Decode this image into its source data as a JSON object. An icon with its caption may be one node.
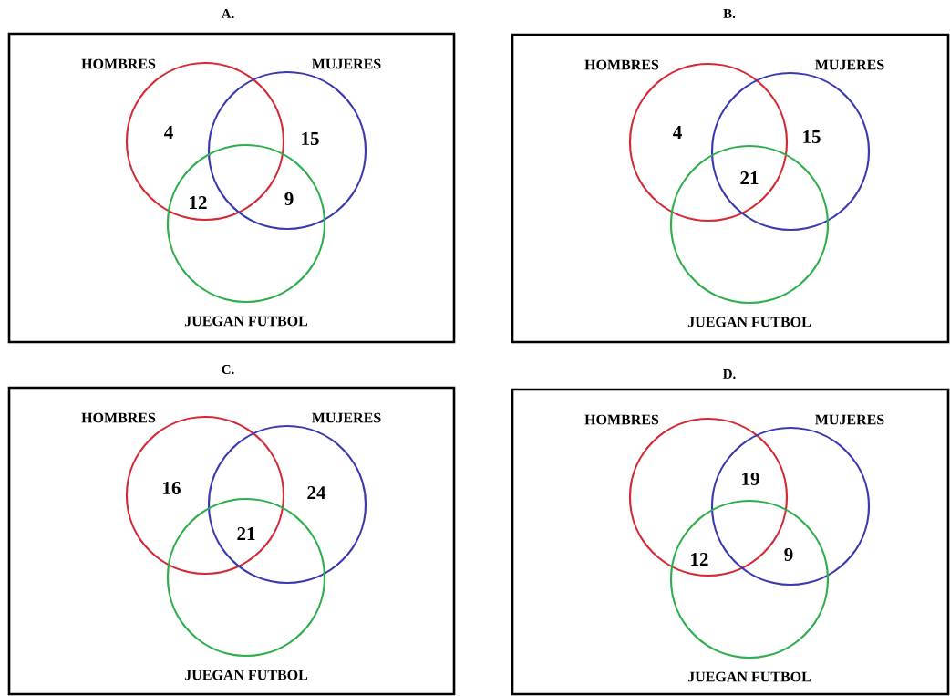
{
  "diagram": {
    "nodes": [
      {
        "text": [
          "A."
        ]
      },
      {
        "text": [
          "HOMBRES"
        ],
        "in": 0
      },
      {
        "text": [
          "MUJERES"
        ],
        "in": 0
      },
      {
        "text": [
          "JUEGAN FUTBOL"
        ],
        "in": 0
      },
      {
        "text": [
          "B."
        ]
      },
      {
        "text": [
          "HOMBRES"
        ],
        "in": 4
      },
      {
        "text": [
          "MUJERES"
        ],
        "in": 4
      },
      {
        "text": [
          "JUEGAN FUTBOL"
        ],
        "in": 4
      },
      {
        "text": [
          "C."
        ]
      },
      {
        "text": [
          "HOMBRES"
        ],
        "in": 8
      },
      {
        "text": [
          "MUJERES"
        ],
        "in": 8
      },
      {
        "text": [
          "JUEGAN FUTBOL"
        ],
        "in": 8
      },
      {
        "text": [
          "D."
        ]
      },
      {
        "text": [
          "HOMBRES"
        ],
        "in": 12
      },
      {
        "text": [
          "MUJERES"
        ],
        "in": 12
      },
      {
        "text": [
          "JUEGAN FUTBOL"
        ],
        "in": 12
      }
    ],
    "labels": [
      "4",
      "15",
      "12",
      "9",
      "4",
      "15",
      "21",
      "16",
      "24",
      "21",
      "19",
      "12",
      "9"
    ]
  }
}
